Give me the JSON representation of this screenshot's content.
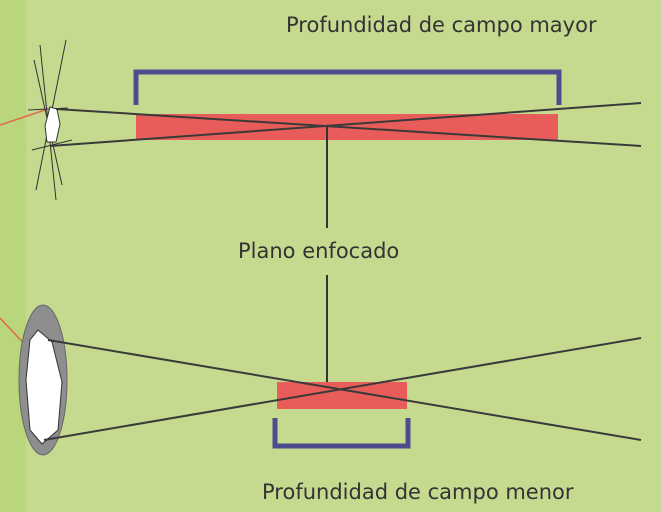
{
  "labels": {
    "top_title": "Profundidad de campo mayor",
    "focus_plane": "Plano enfocado",
    "bottom_title": "Profundidad de campo menor"
  },
  "colors": {
    "background": "#c5da8f",
    "left_strip": "#bad67c",
    "bracket": "#4b4d8c",
    "depth_band": "#e85d5a",
    "ray": "#3a3a3a",
    "aperture_ring": "#8e8e8e",
    "aperture_opening": "#ffffff",
    "pointer": "#e06a4a"
  },
  "icons": {
    "small_aperture": "narrow-aperture-icon",
    "large_aperture": "wide-aperture-icon"
  }
}
